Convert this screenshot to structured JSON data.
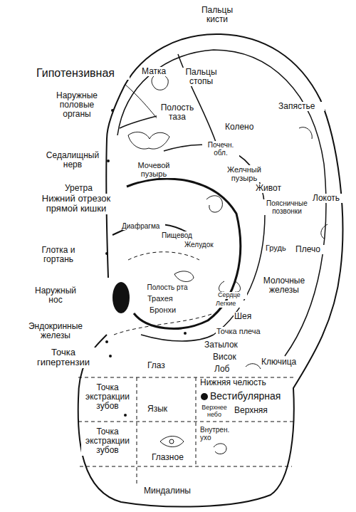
{
  "diagram": {
    "labels": [
      "Пальцы кисти",
      "Гипотензивная",
      "Матка",
      "Пальцы стопы",
      "Полость таза",
      "Запястье",
      "Наружные половые органы",
      "Колено",
      "Почечн. обл.",
      "Седалищный нерв",
      "Мочевой пузырь",
      "Желчный пузырь",
      "Живот",
      "Уретра",
      "Нижний отрезок прямой кишки",
      "Локоть",
      "Поясничные позвонки",
      "Диафрагма",
      "Пищевод",
      "Желудок",
      "Глотка и гортань",
      "Грудь",
      "Плечо",
      "Наружный нос",
      "Полость рта",
      "Трахея",
      "Бронхи",
      "Сердце",
      "Легкие",
      "Молочные железы",
      "Шея",
      "Эндокринные железы",
      "Точка плеча",
      "Затылок",
      "Точка гипертензии",
      "Висок",
      "Ключица",
      "Глаз",
      "Лоб",
      "Нижняя челюсть",
      "Точка экстракции зубов",
      "Вестибулярная",
      "Язык",
      "Верхнее небо",
      "Верхняя",
      "Точка экстракции зубов",
      "Внутрен. ухо",
      "Глазное",
      "Миндалины"
    ]
  }
}
